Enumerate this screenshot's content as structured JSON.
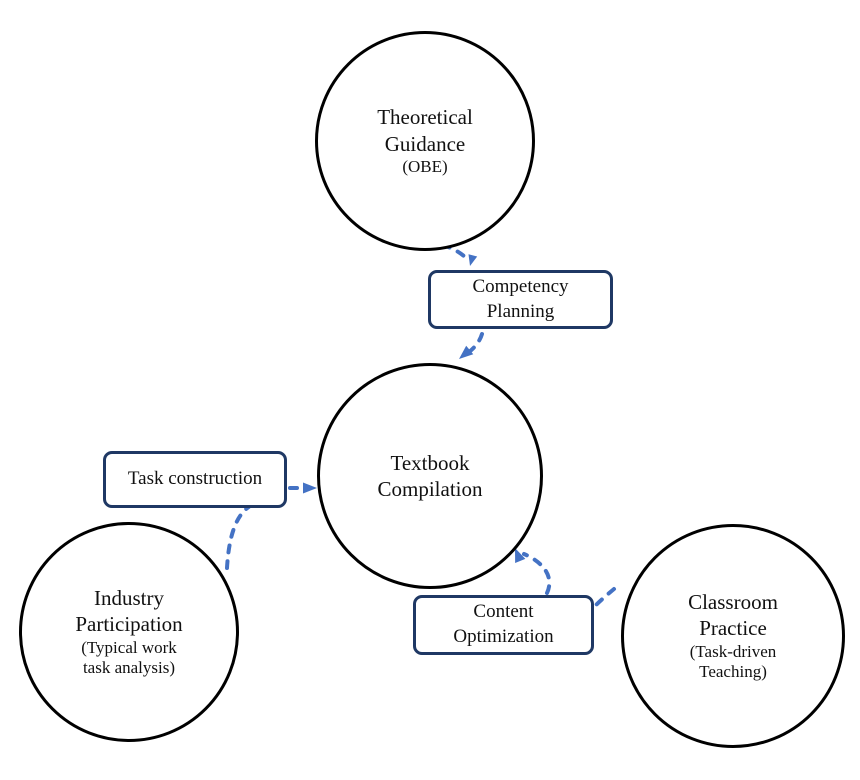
{
  "colors": {
    "arrow_blue": "#4472C4",
    "box_border_navy": "#1F3864",
    "circle_border_black": "#000000",
    "background": "#FFFFFF"
  },
  "nodes": {
    "theoretical_guidance": {
      "title_line1": "Theoretical",
      "title_line2": "Guidance",
      "subtitle_line1": "(OBE)"
    },
    "textbook_compilation": {
      "title_line1": "Textbook",
      "title_line2": "Compilation"
    },
    "industry_participation": {
      "title_line1": "Industry",
      "title_line2": "Participation",
      "subtitle_line1": "(Typical work",
      "subtitle_line2": "task analysis)"
    },
    "classroom_practice": {
      "title_line1": "Classroom",
      "title_line2": "Practice",
      "subtitle_line1": "(Task-driven",
      "subtitle_line2": "Teaching)"
    }
  },
  "process_labels": {
    "competency_planning": {
      "line1": "Competency",
      "line2": "Planning"
    },
    "task_construction": {
      "line1": "Task construction"
    },
    "content_optimization": {
      "line1": "Content",
      "line2": "Optimization"
    }
  }
}
